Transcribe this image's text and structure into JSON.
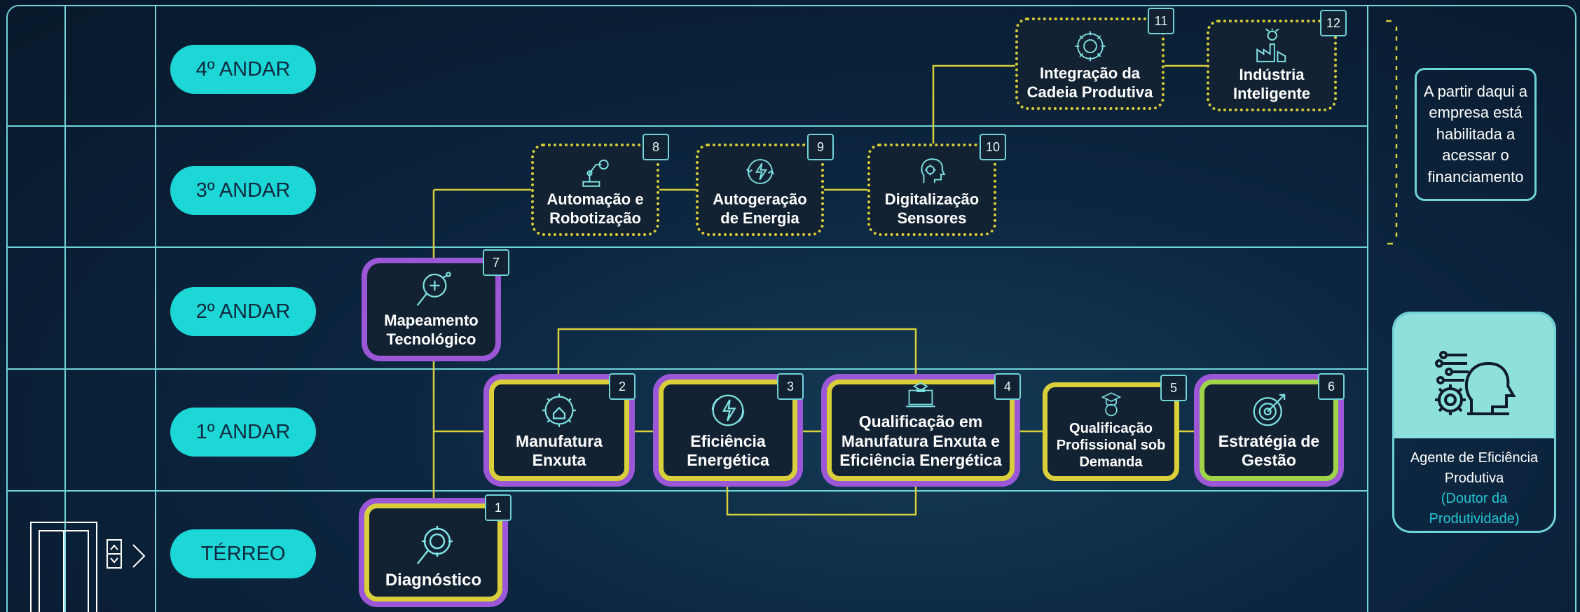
{
  "floors": {
    "f4": "4º ANDAR",
    "f3": "3º ANDAR",
    "f2": "2º ANDAR",
    "f1": "1º ANDAR",
    "f0": "TÉRREO"
  },
  "steps": [
    {
      "number": "1",
      "label": "Diagnóstico",
      "icon": "magnifier-gear-icon"
    },
    {
      "number": "2",
      "label": "Manufatura Enxuta",
      "icon": "gear-house-icon"
    },
    {
      "number": "3",
      "label": "Eficiência Energética",
      "icon": "energy-gear-icon"
    },
    {
      "number": "4",
      "label": "Qualificação em Manufatura Enxuta e Eficiência Energética",
      "icon": "laptop-graduation-icon"
    },
    {
      "number": "5",
      "label": "Qualificação Profissional sob Demanda",
      "icon": "graduation-head-icon"
    },
    {
      "number": "6",
      "label": "Estratégia de Gestão",
      "icon": "target-gear-icon"
    },
    {
      "number": "7",
      "label": "Mapeamento Tecnológico",
      "icon": "magnifier-circuit-icon"
    },
    {
      "number": "8",
      "label": "Automação e Robotização",
      "icon": "robot-arm-icon"
    },
    {
      "number": "9",
      "label": "Autogeração de Energia",
      "icon": "energy-cycle-icon"
    },
    {
      "number": "10",
      "label": "Digitalização Sensores",
      "icon": "head-circuit-gear-icon"
    },
    {
      "number": "11",
      "label": "Integração da Cadeia Produtiva",
      "icon": "integration-gear-icon"
    },
    {
      "number": "12",
      "label": "Indústria Inteligente",
      "icon": "smart-factory-icon"
    }
  ],
  "note": "A partir daqui a empresa está habilitada a acessar o financiamento",
  "agent": {
    "title": "Agente de Eficiência Produtiva",
    "subtitle": "(Doutor da Produtividade)",
    "icon": "head-circuit-gear-icon"
  },
  "colors": {
    "frame": "#6fd3d8",
    "pill": "#1dd6d6",
    "connector": "#d8cf3a",
    "purple_ring": "#9b57d6",
    "green_ring": "#9fd34a"
  }
}
